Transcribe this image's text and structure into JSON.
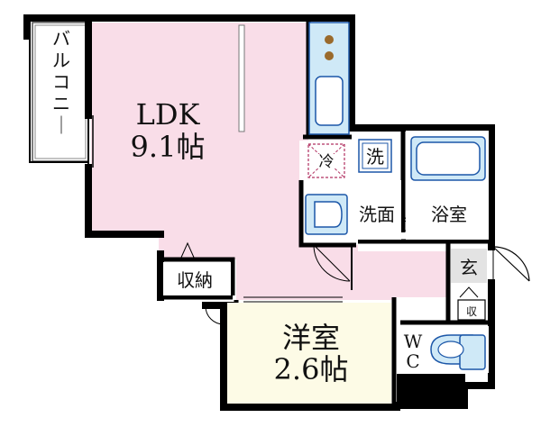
{
  "floorplan": {
    "rooms": {
      "ldk": {
        "name": "LDK",
        "size": "9.1帖"
      },
      "western": {
        "name": "洋室",
        "size": "2.6帖"
      },
      "balcony": {
        "name": "バルコニー"
      },
      "storage": {
        "name": "収納"
      },
      "fridge": {
        "name": "冷"
      },
      "washer": {
        "name": "洗"
      },
      "washroom": {
        "name": "洗面"
      },
      "bath": {
        "name": "浴室"
      },
      "entrance": {
        "name": "玄"
      },
      "shoe_storage": {
        "name": "収"
      },
      "wc": {
        "line1": "W",
        "line2": "C"
      }
    },
    "colors": {
      "ldk_floor": "#f9dde8",
      "entrance_floor": "#e3e3e3",
      "balcony_fill": "#ffffff",
      "wet_area_fill": "#ffffff",
      "fixture_blue": "#cfe9f7",
      "fixture_stroke": "#1c57a8",
      "burner": "#9a6a2c",
      "wall": "#000000"
    }
  }
}
